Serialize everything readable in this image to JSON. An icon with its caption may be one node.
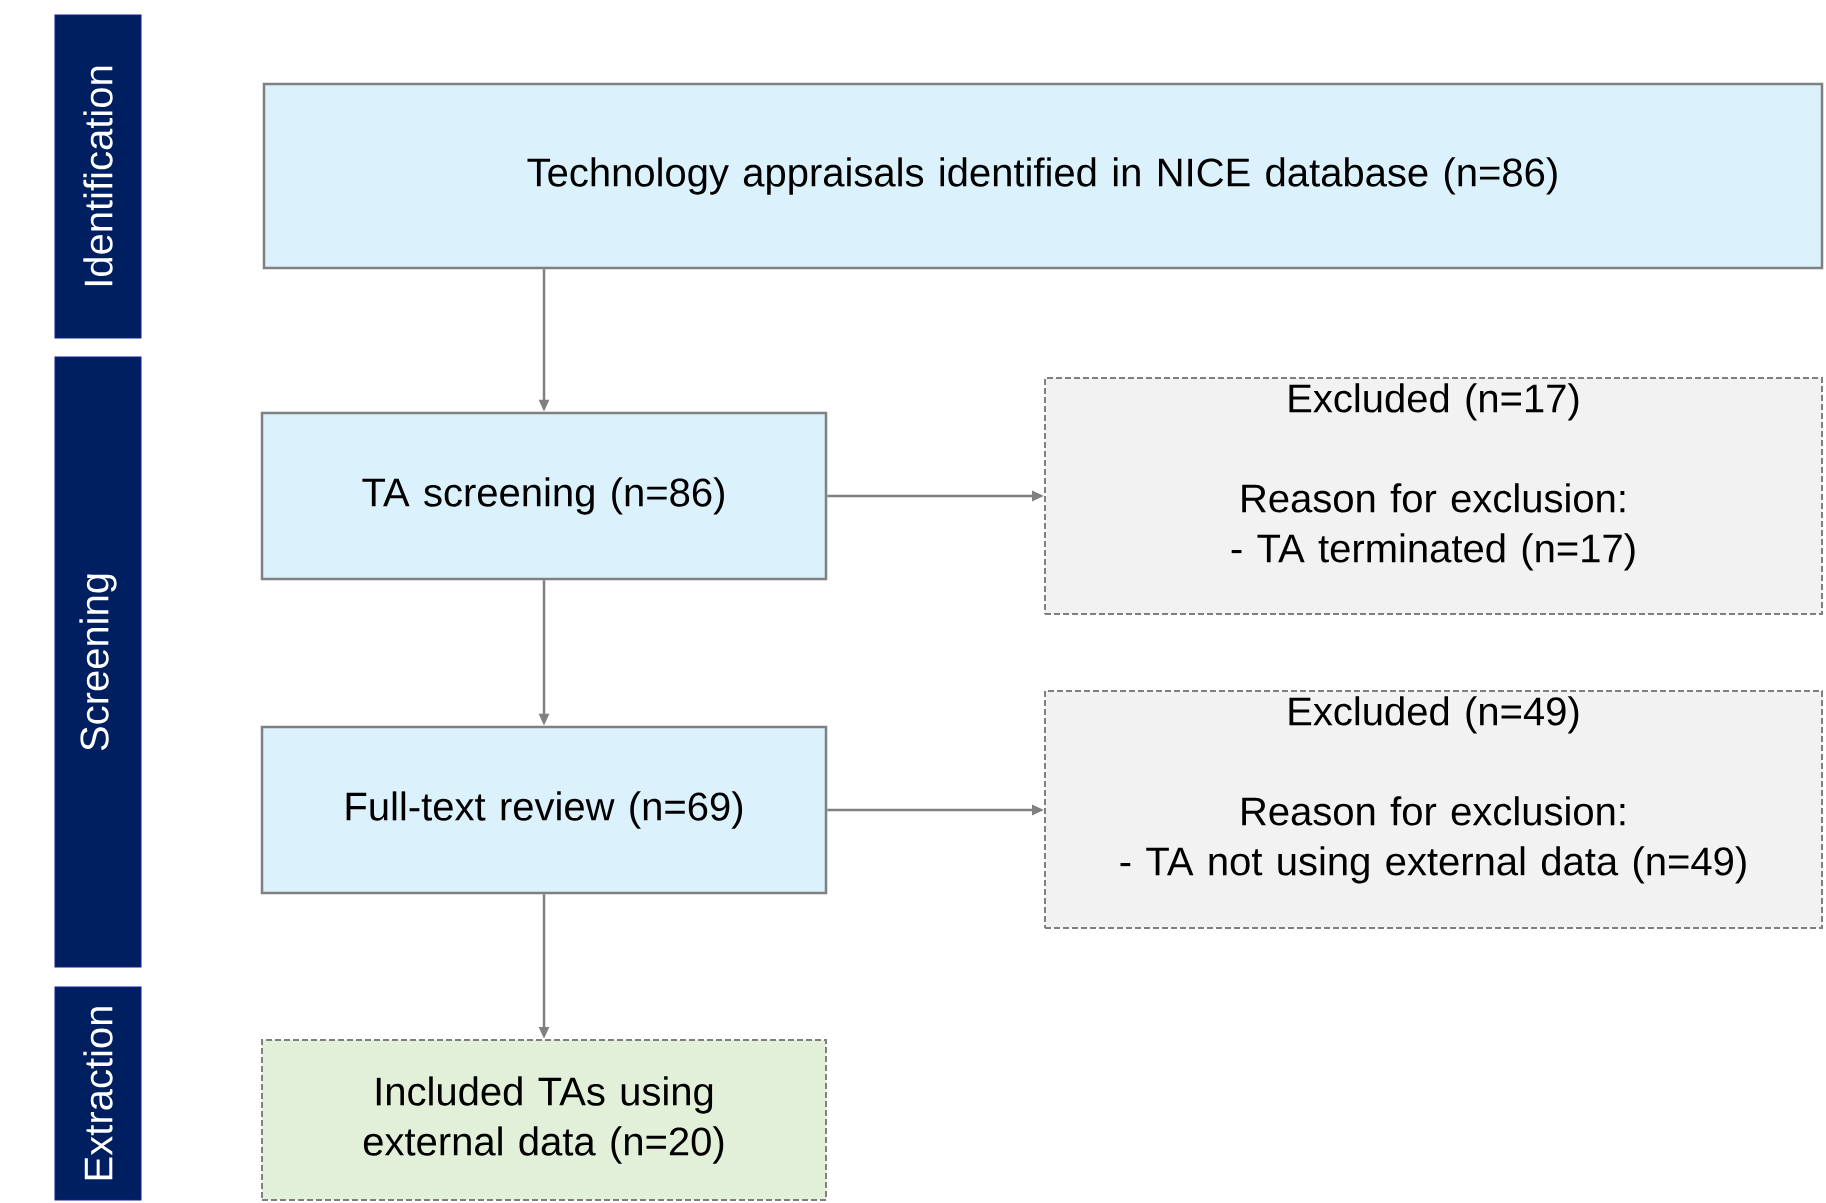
{
  "diagram": {
    "nodes": [
      {
        "text": [
          "Identification"
        ]
      },
      {
        "text": [
          "Screening"
        ]
      },
      {
        "text": [
          "Extraction"
        ]
      },
      {
        "text": [
          "Technology appraisals identified in NICE database (n=86)"
        ]
      },
      {
        "text": [
          "TA screening (n=86)"
        ]
      },
      {
        "text": [
          "Excluded (n=17)",
          "Reason for exclusion:",
          "- TA terminated (n=17)"
        ]
      },
      {
        "text": [
          "Full-text review (n=69)"
        ]
      },
      {
        "text": [
          "Excluded (n=49)",
          "Reason for exclusion:",
          "- TA not using external data (n=49)"
        ]
      },
      {
        "text": [
          "Included TAs using external data (n=20)"
        ]
      }
    ],
    "edges": [
      {
        "from": 3,
        "to": 4,
        "arrow": "to"
      },
      {
        "from": 4,
        "to": 6,
        "arrow": "to"
      },
      {
        "from": 4,
        "to": 5,
        "arrow": "to"
      },
      {
        "from": 6,
        "to": 7,
        "arrow": "to"
      },
      {
        "from": 6,
        "to": 8,
        "arrow": "to"
      }
    ]
  }
}
